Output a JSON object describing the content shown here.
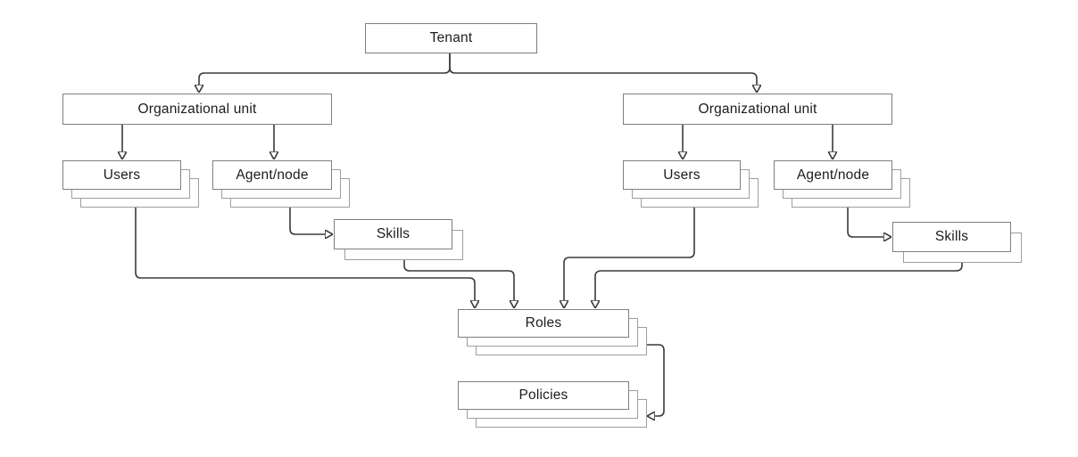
{
  "diagram": {
    "type": "hierarchy-flowchart",
    "nodes": {
      "tenant": {
        "label": "Tenant",
        "stack": 1
      },
      "ou_left": {
        "label": "Organizational unit",
        "stack": 1
      },
      "ou_right": {
        "label": "Organizational unit",
        "stack": 1
      },
      "users_left": {
        "label": "Users",
        "stack": 3
      },
      "agent_left": {
        "label": "Agent/node",
        "stack": 3
      },
      "skills_left": {
        "label": "Skills",
        "stack": 2
      },
      "users_right": {
        "label": "Users",
        "stack": 3
      },
      "agent_right": {
        "label": "Agent/node",
        "stack": 3
      },
      "skills_right": {
        "label": "Skills",
        "stack": 2
      },
      "roles": {
        "label": "Roles",
        "stack": 3
      },
      "policies": {
        "label": "Policies",
        "stack": 3
      }
    },
    "edges": [
      {
        "from": "tenant",
        "to": "ou_left"
      },
      {
        "from": "tenant",
        "to": "ou_right"
      },
      {
        "from": "ou_left",
        "to": "users_left"
      },
      {
        "from": "ou_left",
        "to": "agent_left"
      },
      {
        "from": "ou_right",
        "to": "users_right"
      },
      {
        "from": "ou_right",
        "to": "agent_right"
      },
      {
        "from": "agent_left",
        "to": "skills_left"
      },
      {
        "from": "agent_right",
        "to": "skills_right"
      },
      {
        "from": "users_left",
        "to": "roles"
      },
      {
        "from": "skills_left",
        "to": "roles"
      },
      {
        "from": "users_right",
        "to": "roles"
      },
      {
        "from": "skills_right",
        "to": "roles"
      },
      {
        "from": "roles",
        "to": "policies"
      }
    ],
    "colors": {
      "background": "#ffffff",
      "box_fill": "#ffffff",
      "box_border": "#7f7f7f",
      "stack_border": "#9e9e9e",
      "connector": "#3a3a3a",
      "text": "#1c1c1c"
    }
  }
}
